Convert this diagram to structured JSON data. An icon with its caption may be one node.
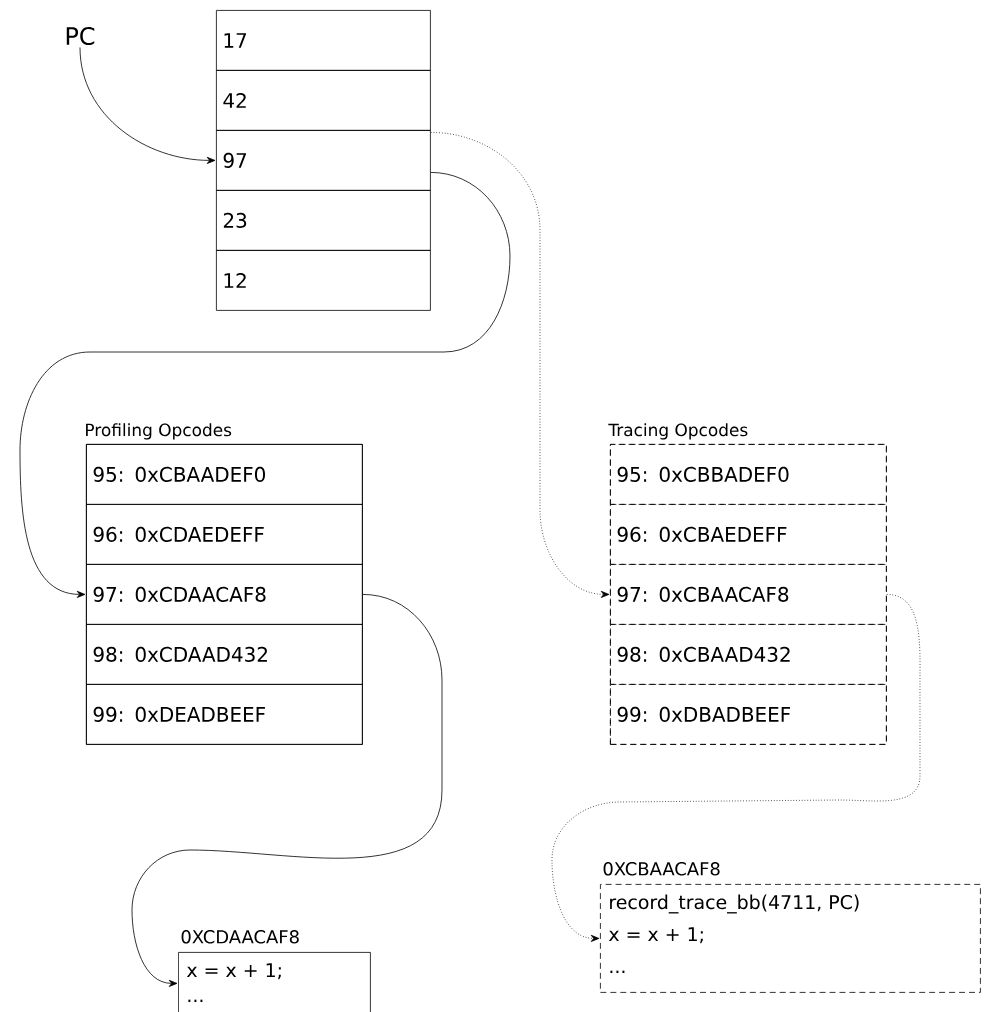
{
  "diagram": {
    "nodes": [
      {
        "text": [
          "PC"
        ]
      },
      {
        "text": [
          "17"
        ]
      },
      {
        "text": [
          "42"
        ]
      },
      {
        "text": [
          "97"
        ]
      },
      {
        "text": [
          "23"
        ]
      },
      {
        "text": [
          "12"
        ]
      },
      {
        "text": [
          "Profiling Opcodes"
        ]
      },
      {
        "text": [
          "95: 0xCBAADEF0"
        ],
        "in": 6
      },
      {
        "text": [
          "96: 0xCDAEDEFF"
        ],
        "in": 6
      },
      {
        "text": [
          "97: 0xCDAACAF8"
        ],
        "in": 6
      },
      {
        "text": [
          "98: 0xCDAAD432"
        ],
        "in": 6
      },
      {
        "text": [
          "99: 0xDEADBEEF"
        ],
        "in": 6
      },
      {
        "text": [
          "Tracing Opcodes"
        ]
      },
      {
        "text": [
          "95: 0xCBBADEF0"
        ],
        "in": 12
      },
      {
        "text": [
          "96: 0xCBAEDEFF"
        ],
        "in": 12
      },
      {
        "text": [
          "97: 0xCBAACAF8"
        ],
        "in": 12
      },
      {
        "text": [
          "98: 0xCBAAD432"
        ],
        "in": 12
      },
      {
        "text": [
          "99: 0xDBADBEEF"
        ],
        "in": 12
      },
      {
        "text": [
          "0XCDAACAF8",
          "x = x + 1;",
          "..."
        ]
      },
      {
        "text": [
          "0XCBAACAF8",
          "record_trace_bb(4711, PC)",
          "x = x + 1;",
          "..."
        ]
      }
    ],
    "edges": [
      {
        "from": 0,
        "to": 3,
        "arrow": "to"
      },
      {
        "from": 3,
        "to": 9,
        "arrow": "to"
      },
      {
        "from": 3,
        "to": 15,
        "arrow": "to",
        "style": "dashed"
      },
      {
        "from": 9,
        "to": 18,
        "arrow": "to"
      },
      {
        "from": 15,
        "to": 19,
        "arrow": "to",
        "style": "dashed"
      }
    ]
  }
}
